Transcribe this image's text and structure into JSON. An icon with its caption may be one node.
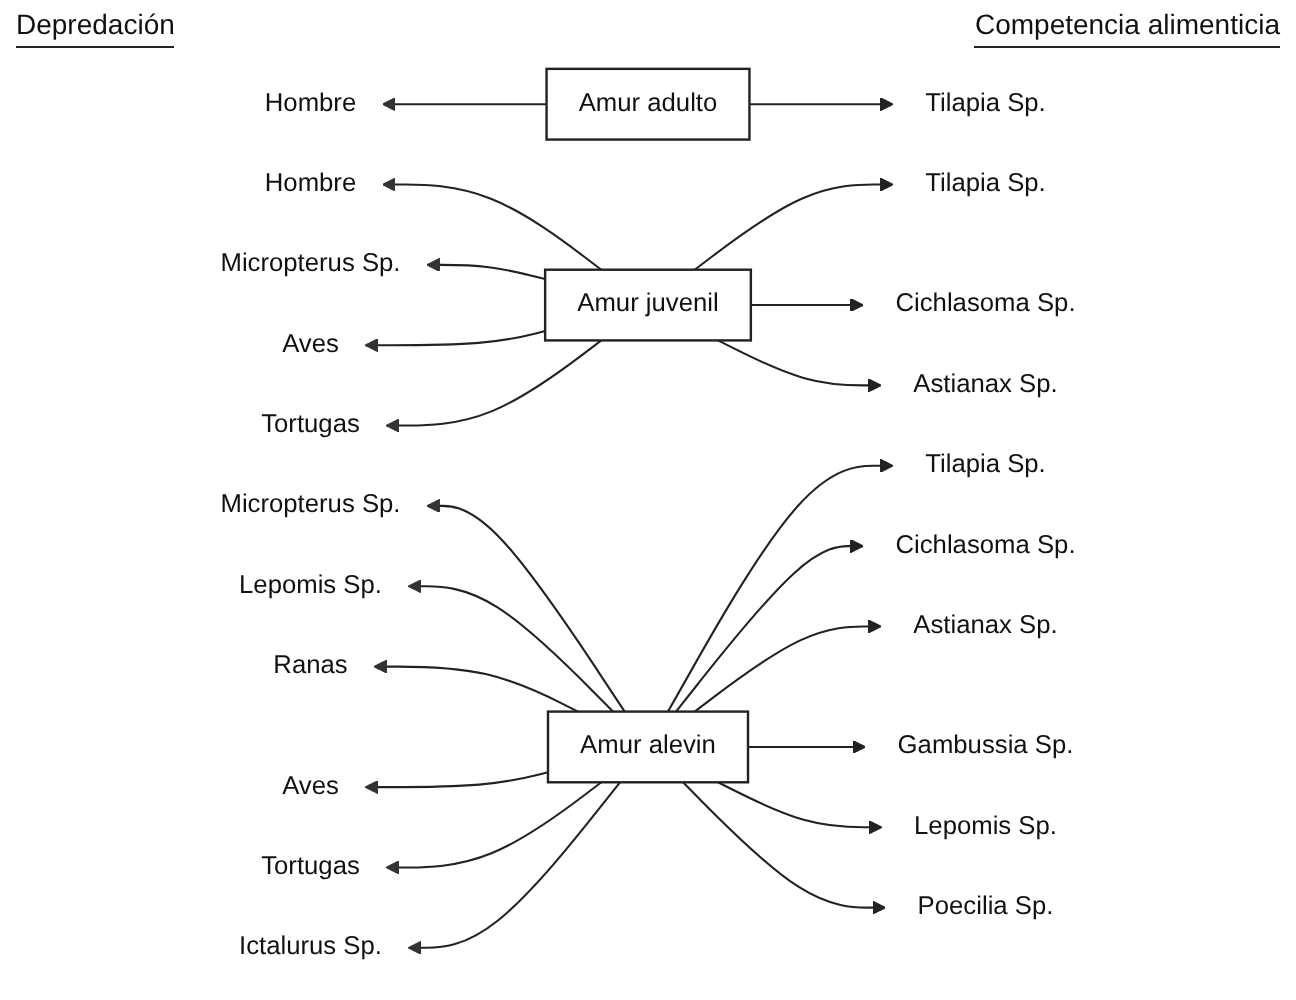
{
  "diagram": {
    "nodes": [
      {
        "text": [
          "Amur adulto"
        ]
      },
      {
        "text": [
          "Hombre"
        ]
      },
      {
        "text": [
          "Tilapia Sp."
        ]
      },
      {
        "text": [
          "Amur juvenil"
        ]
      },
      {
        "text": [
          "Hombre"
        ]
      },
      {
        "text": [
          "Micropterus Sp."
        ]
      },
      {
        "text": [
          "Aves"
        ]
      },
      {
        "text": [
          "Tortugas"
        ]
      },
      {
        "text": [
          "Tilapia Sp."
        ]
      },
      {
        "text": [
          "Cichlasoma Sp."
        ]
      },
      {
        "text": [
          "Astianax Sp."
        ]
      },
      {
        "text": [
          "Amur alevin"
        ]
      },
      {
        "text": [
          "Micropterus Sp."
        ]
      },
      {
        "text": [
          "Lepomis Sp."
        ]
      },
      {
        "text": [
          "Ranas"
        ]
      },
      {
        "text": [
          "Aves"
        ]
      },
      {
        "text": [
          "Tortugas"
        ]
      },
      {
        "text": [
          "Ictalurus Sp."
        ]
      },
      {
        "text": [
          "Tilapia Sp."
        ]
      },
      {
        "text": [
          "Cichlasoma Sp."
        ]
      },
      {
        "text": [
          "Astianax Sp."
        ]
      },
      {
        "text": [
          "Gambussia Sp."
        ]
      },
      {
        "text": [
          "Lepomis Sp."
        ]
      },
      {
        "text": [
          "Poecilia Sp."
        ]
      }
    ],
    "edges": [
      {
        "from": 0,
        "to": 1,
        "arrow": "to"
      },
      {
        "from": 0,
        "to": 2,
        "arrow": "to"
      },
      {
        "from": 3,
        "to": 4,
        "arrow": "to"
      },
      {
        "from": 3,
        "to": 5,
        "arrow": "to"
      },
      {
        "from": 3,
        "to": 6,
        "arrow": "to"
      },
      {
        "from": 3,
        "to": 7,
        "arrow": "to"
      },
      {
        "from": 3,
        "to": 8,
        "arrow": "to"
      },
      {
        "from": 3,
        "to": 9,
        "arrow": "to"
      },
      {
        "from": 3,
        "to": 10,
        "arrow": "to"
      },
      {
        "from": 11,
        "to": 12,
        "arrow": "to"
      },
      {
        "from": 11,
        "to": 13,
        "arrow": "to"
      },
      {
        "from": 11,
        "to": 14,
        "arrow": "to"
      },
      {
        "from": 11,
        "to": 15,
        "arrow": "to"
      },
      {
        "from": 11,
        "to": 16,
        "arrow": "to"
      },
      {
        "from": 11,
        "to": 17,
        "arrow": "to"
      },
      {
        "from": 11,
        "to": 18,
        "arrow": "to"
      },
      {
        "from": 11,
        "to": 19,
        "arrow": "to"
      },
      {
        "from": 11,
        "to": 20,
        "arrow": "to"
      },
      {
        "from": 11,
        "to": 21,
        "arrow": "to"
      },
      {
        "from": 11,
        "to": 22,
        "arrow": "to"
      },
      {
        "from": 11,
        "to": 23,
        "arrow": "to"
      }
    ],
    "labels": [
      "Depredación",
      "Competencia alimenticia"
    ]
  }
}
